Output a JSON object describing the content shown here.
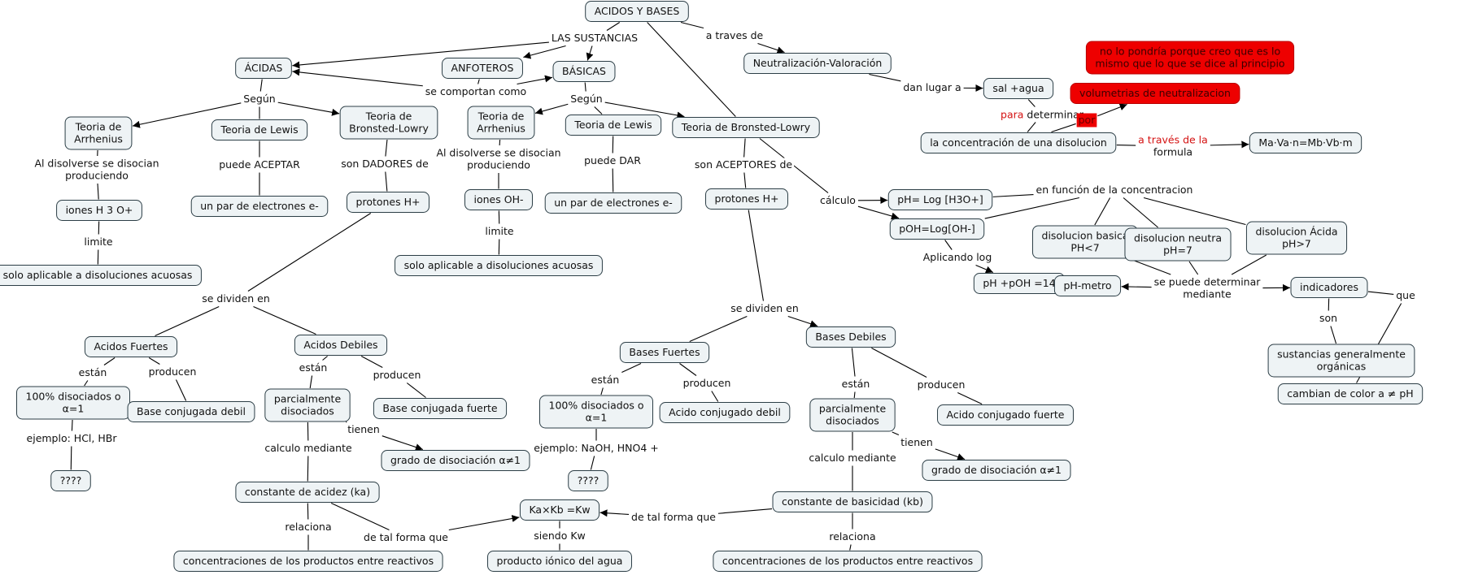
{
  "nodes": [
    {
      "id": "acidos_bases",
      "lines": [
        "ACIDOS Y BASES"
      ]
    },
    {
      "id": "acidas",
      "lines": [
        "ÁCIDAS"
      ]
    },
    {
      "id": "anfoteros",
      "lines": [
        "ANFOTEROS"
      ]
    },
    {
      "id": "basicas",
      "lines": [
        "BÁSICAS"
      ]
    },
    {
      "id": "neutralizacion",
      "lines": [
        "Neutralización-Valoración"
      ]
    },
    {
      "id": "nota",
      "lines": [
        "no lo pondría porque creo que es lo",
        "mismo que lo que se dice al principio"
      ],
      "style": "red"
    },
    {
      "id": "sal_agua",
      "lines": [
        "sal +agua"
      ]
    },
    {
      "id": "volumetrias",
      "lines": [
        "volumetrias de neutralizacion"
      ],
      "style": "red"
    },
    {
      "id": "concentracion",
      "lines": [
        "la concentración de una disolucion"
      ]
    },
    {
      "id": "formula",
      "lines": [
        "Ma·Va·n=Mb·Vb·m"
      ]
    },
    {
      "id": "arrhenius_a",
      "lines": [
        "Teoria de",
        "Arrhenius"
      ]
    },
    {
      "id": "lewis_a",
      "lines": [
        "Teoria de Lewis"
      ]
    },
    {
      "id": "bronsted_a",
      "lines": [
        "Teoria de",
        "Bronsted-Lowry"
      ]
    },
    {
      "id": "iones_h3o",
      "lines": [
        "iones H 3 O+"
      ]
    },
    {
      "id": "par_e_a",
      "lines": [
        "un par de electrones e-"
      ]
    },
    {
      "id": "protones_a",
      "lines": [
        "protones H+"
      ]
    },
    {
      "id": "solo_acuosas_a",
      "lines": [
        "solo aplicable a disoluciones acuosas"
      ]
    },
    {
      "id": "arrhenius_b",
      "lines": [
        "Teoria de",
        "Arrhenius"
      ]
    },
    {
      "id": "lewis_b",
      "lines": [
        "Teoria de Lewis"
      ]
    },
    {
      "id": "bronsted_b",
      "lines": [
        "Teoria de Bronsted-Lowry"
      ]
    },
    {
      "id": "iones_oh",
      "lines": [
        "iones OH-"
      ]
    },
    {
      "id": "par_e_b",
      "lines": [
        "un par de electrones e-"
      ]
    },
    {
      "id": "protones_b",
      "lines": [
        "protones H+"
      ]
    },
    {
      "id": "solo_acuosas_b",
      "lines": [
        "solo aplicable a disoluciones acuosas"
      ]
    },
    {
      "id": "ph",
      "lines": [
        "pH= Log [H3O+]"
      ]
    },
    {
      "id": "poh",
      "lines": [
        "pOH=Log[OH-]"
      ]
    },
    {
      "id": "ph_poh",
      "lines": [
        "pH +pOH =14"
      ]
    },
    {
      "id": "dis_basica",
      "lines": [
        "disolucion basica",
        "PH<7"
      ]
    },
    {
      "id": "dis_neutra",
      "lines": [
        "disolucion neutra",
        "pH=7"
      ]
    },
    {
      "id": "dis_acida",
      "lines": [
        "disolucion Ácida",
        "pH>7"
      ]
    },
    {
      "id": "phmetro",
      "lines": [
        "pH-metro"
      ]
    },
    {
      "id": "indicadores",
      "lines": [
        "indicadores"
      ]
    },
    {
      "id": "sust_organicas",
      "lines": [
        "sustancias generalmente",
        "orgánicas"
      ]
    },
    {
      "id": "cambian_color",
      "lines": [
        "cambian de color a ≠ pH"
      ]
    },
    {
      "id": "acidos_fuertes",
      "lines": [
        "Acidos Fuertes"
      ]
    },
    {
      "id": "acidos_debiles",
      "lines": [
        "Acidos Debiles"
      ]
    },
    {
      "id": "cien_a",
      "lines": [
        "100% disociados o",
        "α=1"
      ]
    },
    {
      "id": "base_debil",
      "lines": [
        "Base conjugada debil"
      ]
    },
    {
      "id": "parcial_a",
      "lines": [
        "parcialmente",
        "disociados"
      ]
    },
    {
      "id": "base_fuerte",
      "lines": [
        "Base conjugada fuerte"
      ]
    },
    {
      "id": "q_a",
      "lines": [
        "????"
      ]
    },
    {
      "id": "grado_a",
      "lines": [
        "grado de disociación α≠1"
      ]
    },
    {
      "id": "ka",
      "lines": [
        "constante de acidez (ka)"
      ]
    },
    {
      "id": "conc_a",
      "lines": [
        "concentraciones de los productos entre reactivos"
      ]
    },
    {
      "id": "kakb",
      "lines": [
        "Ka×Kb =Kw"
      ]
    },
    {
      "id": "ionico",
      "lines": [
        "producto iónico del agua"
      ]
    },
    {
      "id": "bases_fuertes",
      "lines": [
        "Bases Fuertes"
      ]
    },
    {
      "id": "bases_debiles",
      "lines": [
        "Bases Debiles"
      ]
    },
    {
      "id": "cien_b",
      "lines": [
        "100% disociados o",
        "α=1"
      ]
    },
    {
      "id": "acido_debil",
      "lines": [
        "Acido conjugado debil"
      ]
    },
    {
      "id": "parcial_b",
      "lines": [
        "parcialmente",
        "disociados"
      ]
    },
    {
      "id": "acido_fuerte",
      "lines": [
        "Acido conjugado fuerte"
      ]
    },
    {
      "id": "q_b",
      "lines": [
        "????"
      ]
    },
    {
      "id": "grado_b",
      "lines": [
        "grado de disociación α≠1"
      ]
    },
    {
      "id": "kb",
      "lines": [
        "constante de basicidad (kb)"
      ]
    },
    {
      "id": "conc_b",
      "lines": [
        "concentraciones de los productos entre reactivos"
      ]
    }
  ],
  "link_labels": [
    {
      "id": "l_sustancias",
      "lines": [
        "LAS SUSTANCIAS"
      ]
    },
    {
      "id": "l_traves",
      "lines": [
        "a traves de"
      ]
    },
    {
      "id": "l_dan",
      "lines": [
        "dan lugar a"
      ]
    },
    {
      "id": "l_para",
      "parts": [
        {
          "text": "para ",
          "style": "red"
        },
        {
          "text": "determinar"
        }
      ]
    },
    {
      "id": "l_por",
      "lines": [
        "por"
      ],
      "style": "redbox"
    },
    {
      "id": "l_formula",
      "lines": [
        "a través de la",
        "formula"
      ],
      "style": "firstred"
    },
    {
      "id": "l_comportan",
      "lines": [
        "se comportan como"
      ]
    },
    {
      "id": "l_segun_a",
      "lines": [
        "Según"
      ]
    },
    {
      "id": "l_segun_b",
      "lines": [
        "Según"
      ]
    },
    {
      "id": "l_disolverse_a",
      "lines": [
        "Al disolverse se disocian",
        "produciendo"
      ]
    },
    {
      "id": "l_aceptar",
      "lines": [
        "puede ACEPTAR"
      ]
    },
    {
      "id": "l_dadores",
      "lines": [
        "son DADORES de"
      ]
    },
    {
      "id": "l_limite_a",
      "lines": [
        "limite"
      ]
    },
    {
      "id": "l_disolverse_b",
      "lines": [
        "Al disolverse se disocian",
        "produciendo"
      ]
    },
    {
      "id": "l_dar",
      "lines": [
        "puede DAR"
      ]
    },
    {
      "id": "l_aceptores",
      "lines": [
        "son ACEPTORES de"
      ]
    },
    {
      "id": "l_limite_b",
      "lines": [
        "limite"
      ]
    },
    {
      "id": "l_calculo",
      "lines": [
        "cálculo"
      ]
    },
    {
      "id": "l_funcion",
      "lines": [
        "en función de la concentracion"
      ]
    },
    {
      "id": "l_aplicando",
      "lines": [
        "Aplicando log"
      ]
    },
    {
      "id": "l_determinar",
      "lines": [
        "se puede determinar",
        "mediante"
      ]
    },
    {
      "id": "l_son",
      "lines": [
        "son"
      ]
    },
    {
      "id": "l_que",
      "lines": [
        "que"
      ]
    },
    {
      "id": "l_dividen_a",
      "lines": [
        "se dividen en"
      ]
    },
    {
      "id": "l_dividen_b",
      "lines": [
        "se dividen en"
      ]
    },
    {
      "id": "l_estan_af",
      "lines": [
        "están"
      ]
    },
    {
      "id": "l_producen_af",
      "lines": [
        "producen"
      ]
    },
    {
      "id": "l_estan_ad",
      "lines": [
        "están"
      ]
    },
    {
      "id": "l_producen_ad",
      "lines": [
        "producen"
      ]
    },
    {
      "id": "l_ejemplo_a",
      "lines": [
        "ejemplo: HCl, HBr"
      ]
    },
    {
      "id": "l_tienen_a",
      "lines": [
        "tienen"
      ]
    },
    {
      "id": "l_calculo_a",
      "lines": [
        "calculo mediante"
      ]
    },
    {
      "id": "l_relaciona_a",
      "lines": [
        "relaciona"
      ]
    },
    {
      "id": "l_tal_forma_a",
      "lines": [
        "de tal forma que"
      ]
    },
    {
      "id": "l_siendo",
      "lines": [
        "siendo Kw"
      ]
    },
    {
      "id": "l_estan_bf",
      "lines": [
        "están"
      ]
    },
    {
      "id": "l_producen_bf",
      "lines": [
        "producen"
      ]
    },
    {
      "id": "l_estan_bd",
      "lines": [
        "están"
      ]
    },
    {
      "id": "l_producen_bd",
      "lines": [
        "producen"
      ]
    },
    {
      "id": "l_ejemplo_b",
      "lines": [
        "ejemplo: NaOH, HNO4 +"
      ]
    },
    {
      "id": "l_tienen_b",
      "lines": [
        "tienen"
      ]
    },
    {
      "id": "l_calculo_b",
      "lines": [
        "calculo mediante"
      ]
    },
    {
      "id": "l_relaciona_b",
      "lines": [
        "relaciona"
      ]
    },
    {
      "id": "l_tal_forma_b",
      "lines": [
        "de tal forma que"
      ]
    }
  ],
  "edges": [
    [
      "acidos_bases",
      "l_sustancias"
    ],
    [
      "l_sustancias",
      "acidas",
      1
    ],
    [
      "l_sustancias",
      "anfoteros",
      1
    ],
    [
      "l_sustancias",
      "basicas",
      1
    ],
    [
      "acidos_bases",
      "l_traves"
    ],
    [
      "l_traves",
      "neutralizacion",
      1
    ],
    [
      "neutralizacion",
      "l_dan"
    ],
    [
      "l_dan",
      "sal_agua",
      1
    ],
    [
      "sal_agua",
      "l_para"
    ],
    [
      "l_para",
      "concentracion"
    ],
    [
      "concentracion",
      "l_por"
    ],
    [
      "l_por",
      "volumetrias",
      1
    ],
    [
      "concentracion",
      "l_formula"
    ],
    [
      "l_formula",
      "formula",
      1
    ],
    [
      "acidos_bases",
      "bronsted_b"
    ],
    [
      "anfoteros",
      "l_comportan"
    ],
    [
      "l_comportan",
      "acidas",
      1
    ],
    [
      "l_comportan",
      "basicas",
      1
    ],
    [
      "acidas",
      "l_segun_a"
    ],
    [
      "l_segun_a",
      "arrhenius_a",
      1
    ],
    [
      "l_segun_a",
      "lewis_a"
    ],
    [
      "l_segun_a",
      "bronsted_a",
      1
    ],
    [
      "basicas",
      "l_segun_b"
    ],
    [
      "l_segun_b",
      "arrhenius_b",
      1
    ],
    [
      "l_segun_b",
      "lewis_b"
    ],
    [
      "l_segun_b",
      "bronsted_b",
      1
    ],
    [
      "arrhenius_a",
      "l_disolverse_a"
    ],
    [
      "l_disolverse_a",
      "iones_h3o"
    ],
    [
      "iones_h3o",
      "l_limite_a"
    ],
    [
      "l_limite_a",
      "solo_acuosas_a"
    ],
    [
      "lewis_a",
      "l_aceptar"
    ],
    [
      "l_aceptar",
      "par_e_a"
    ],
    [
      "bronsted_a",
      "l_dadores"
    ],
    [
      "l_dadores",
      "protones_a"
    ],
    [
      "protones_a",
      "l_dividen_a"
    ],
    [
      "l_dividen_a",
      "acidos_fuertes"
    ],
    [
      "l_dividen_a",
      "acidos_debiles"
    ],
    [
      "arrhenius_b",
      "l_disolverse_b"
    ],
    [
      "l_disolverse_b",
      "iones_oh"
    ],
    [
      "iones_oh",
      "l_limite_b"
    ],
    [
      "l_limite_b",
      "solo_acuosas_b"
    ],
    [
      "lewis_b",
      "l_dar"
    ],
    [
      "l_dar",
      "par_e_b"
    ],
    [
      "bronsted_b",
      "l_aceptores"
    ],
    [
      "l_aceptores",
      "protones_b"
    ],
    [
      "protones_b",
      "l_dividen_b"
    ],
    [
      "l_dividen_b",
      "bases_fuertes"
    ],
    [
      "l_dividen_b",
      "bases_debiles",
      1
    ],
    [
      "bronsted_b",
      "l_calculo"
    ],
    [
      "l_calculo",
      "ph",
      1
    ],
    [
      "l_calculo",
      "poh",
      1
    ],
    [
      "ph",
      "l_funcion"
    ],
    [
      "poh",
      "l_funcion"
    ],
    [
      "l_funcion",
      "dis_basica"
    ],
    [
      "l_funcion",
      "dis_neutra"
    ],
    [
      "l_funcion",
      "dis_acida"
    ],
    [
      "poh",
      "l_aplicando"
    ],
    [
      "l_aplicando",
      "ph_poh",
      1
    ],
    [
      "dis_basica",
      "l_determinar"
    ],
    [
      "dis_neutra",
      "l_determinar"
    ],
    [
      "dis_acida",
      "l_determinar"
    ],
    [
      "l_determinar",
      "phmetro",
      1
    ],
    [
      "l_determinar",
      "indicadores",
      1
    ],
    [
      "indicadores",
      "l_son"
    ],
    [
      "l_son",
      "sust_organicas"
    ],
    [
      "indicadores",
      "l_que"
    ],
    [
      "l_que",
      "cambian_color"
    ],
    [
      "acidos_fuertes",
      "l_estan_af"
    ],
    [
      "l_estan_af",
      "cien_a"
    ],
    [
      "acidos_fuertes",
      "l_producen_af"
    ],
    [
      "l_producen_af",
      "base_debil"
    ],
    [
      "cien_a",
      "l_ejemplo_a"
    ],
    [
      "l_ejemplo_a",
      "q_a"
    ],
    [
      "acidos_debiles",
      "l_estan_ad"
    ],
    [
      "l_estan_ad",
      "parcial_a"
    ],
    [
      "acidos_debiles",
      "l_producen_ad"
    ],
    [
      "l_producen_ad",
      "base_fuerte"
    ],
    [
      "parcial_a",
      "l_tienen_a"
    ],
    [
      "l_tienen_a",
      "grado_a",
      1
    ],
    [
      "parcial_a",
      "l_calculo_a"
    ],
    [
      "l_calculo_a",
      "ka"
    ],
    [
      "ka",
      "l_relaciona_a"
    ],
    [
      "l_relaciona_a",
      "conc_a"
    ],
    [
      "ka",
      "l_tal_forma_a"
    ],
    [
      "l_tal_forma_a",
      "kakb",
      1
    ],
    [
      "kakb",
      "l_siendo"
    ],
    [
      "l_siendo",
      "ionico"
    ],
    [
      "bases_fuertes",
      "l_estan_bf"
    ],
    [
      "l_estan_bf",
      "cien_b"
    ],
    [
      "bases_fuertes",
      "l_producen_bf"
    ],
    [
      "l_producen_bf",
      "acido_debil"
    ],
    [
      "cien_b",
      "l_ejemplo_b"
    ],
    [
      "l_ejemplo_b",
      "q_b"
    ],
    [
      "bases_debiles",
      "l_estan_bd"
    ],
    [
      "l_estan_bd",
      "parcial_b"
    ],
    [
      "bases_debiles",
      "l_producen_bd"
    ],
    [
      "l_producen_bd",
      "acido_fuerte"
    ],
    [
      "parcial_b",
      "l_tienen_b"
    ],
    [
      "l_tienen_b",
      "grado_b",
      1
    ],
    [
      "parcial_b",
      "l_calculo_b"
    ],
    [
      "l_calculo_b",
      "kb"
    ],
    [
      "kb",
      "l_relaciona_b"
    ],
    [
      "l_relaciona_b",
      "conc_b"
    ],
    [
      "kb",
      "l_tal_forma_b"
    ],
    [
      "l_tal_forma_b",
      "kakb",
      1
    ]
  ]
}
